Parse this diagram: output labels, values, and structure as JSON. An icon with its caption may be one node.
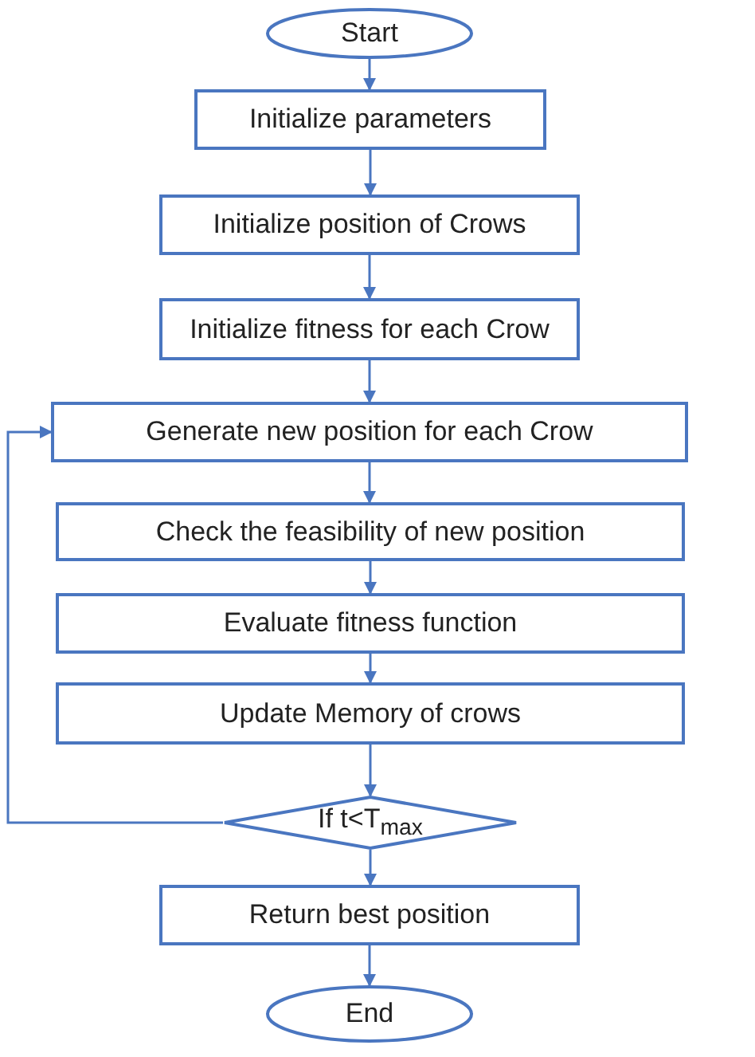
{
  "diagram": {
    "nodes": [
      {
        "text": [
          "Start"
        ]
      },
      {
        "text": [
          "Initialize parameters"
        ]
      },
      {
        "text": [
          "Initialize position of Crows"
        ]
      },
      {
        "text": [
          "Initialize fitness for each Crow"
        ]
      },
      {
        "text": [
          "Generate new position for each Crow"
        ]
      },
      {
        "text": [
          "Check the feasibility of new position"
        ]
      },
      {
        "text": [
          "Evaluate fitness function"
        ]
      },
      {
        "text": [
          "Update Memory of crows"
        ]
      },
      {
        "text": [
          "If t<T$_{max}$"
        ]
      },
      {
        "text": [
          "Return best position"
        ]
      },
      {
        "text": [
          "End"
        ]
      }
    ],
    "edges": [
      {
        "from": 0,
        "to": 1,
        "arrow": "to"
      },
      {
        "from": 1,
        "to": 2,
        "arrow": "to"
      },
      {
        "from": 2,
        "to": 3,
        "arrow": "to"
      },
      {
        "from": 3,
        "to": 4,
        "arrow": "to"
      },
      {
        "from": 4,
        "to": 5,
        "arrow": "to"
      },
      {
        "from": 5,
        "to": 6,
        "arrow": "to"
      },
      {
        "from": 6,
        "to": 7,
        "arrow": "to"
      },
      {
        "from": 7,
        "to": 8,
        "arrow": "to"
      },
      {
        "from": 8,
        "to": 4,
        "arrow": "to"
      },
      {
        "from": 8,
        "to": 9,
        "arrow": "to"
      },
      {
        "from": 9,
        "to": 10,
        "arrow": "to"
      }
    ]
  }
}
